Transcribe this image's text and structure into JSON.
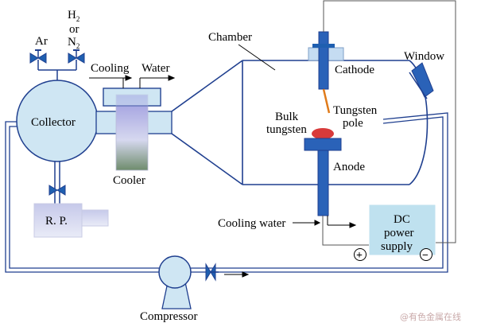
{
  "labels": {
    "ar": "Ar",
    "h2": "H",
    "h2_sub": "2",
    "or": "or",
    "n2": "N",
    "n2_sub": "2",
    "cooling_in": "Cooling",
    "water_out": "Water",
    "collector": "Collector",
    "cooler": "Cooler",
    "rp": "R. P.",
    "chamber": "Chamber",
    "cathode": "Cathode",
    "window": "Window",
    "bulk_tungsten_1": "Bulk",
    "bulk_tungsten_2": "tungsten",
    "tungsten_pole_1": "Tungsten",
    "tungsten_pole_2": "pole",
    "anode": "Anode",
    "cooling_water": "Cooling water",
    "dc_1": "DC",
    "dc_2": "power",
    "dc_3": "supply",
    "plus": "+",
    "minus": "−",
    "compressor": "Compressor",
    "watermark": "@有色金属在线"
  },
  "colors": {
    "line": "#1f3f8f",
    "fill_light": "#cfe6f3",
    "cooler_top": "#9c9be0",
    "anode_cap": "#d83a3a",
    "pole": "#e07b1a",
    "dc_box": "#bfe1ef"
  }
}
